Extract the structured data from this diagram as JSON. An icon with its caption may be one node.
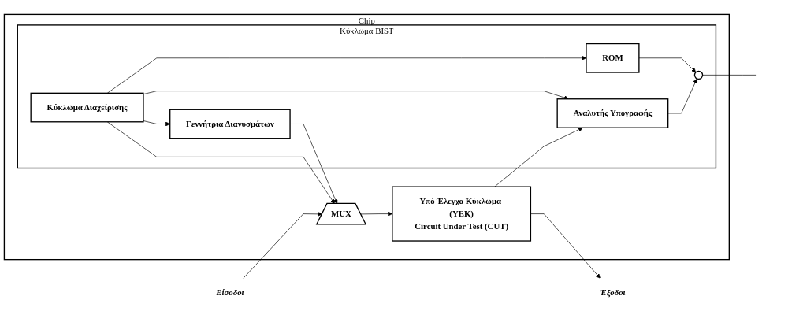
{
  "diagram": {
    "nodes": [
      {
        "text": [
          "Chip"
        ]
      },
      {
        "text": [
          "Είσοδοι"
        ]
      },
      {
        "text": [
          "MUX"
        ],
        "in": 0
      },
      {
        "text": [
          "Υπό Έλεγχο Κύκλωμα (ΥΕΚ)",
          "Circuit Under Test (CUT)"
        ],
        "in": 0
      },
      {
        "text": [
          "Έξοδοι"
        ]
      },
      {
        "text": [
          "Κύκλωμα BIST"
        ],
        "in": 0
      },
      {
        "text": [
          "Γεννήτρια Διανυσμάτων"
        ],
        "in": 5
      },
      {
        "text": [
          "Κύκλωμα Διαχείρισης"
        ],
        "in": 5
      },
      {
        "text": [
          "Αναλυτής Υπογραφής"
        ],
        "in": 5
      },
      {
        "text": [
          "ROM"
        ],
        "in": 5
      },
      {
        "text": [],
        "shape": "circle",
        "in": 5
      }
    ],
    "edges": [
      {
        "from": 1,
        "to": 2,
        "arrow": "to"
      },
      {
        "from": 2,
        "to": 3,
        "arrow": "to"
      },
      {
        "from": 3,
        "to": 4,
        "arrow": "to"
      },
      {
        "from": 3,
        "to": 8,
        "arrow": "to"
      },
      {
        "from": 6,
        "to": 2,
        "arrow": "to"
      },
      {
        "from": 7,
        "to": 2,
        "arrow": "to"
      },
      {
        "from": 7,
        "to": 6,
        "arrow": "to"
      },
      {
        "from": 7,
        "to": 8,
        "arrow": "to"
      },
      {
        "from": 7,
        "to": 9,
        "arrow": "to"
      },
      {
        "from": 9,
        "to": 10,
        "arrow": "to"
      },
      {
        "from": 8,
        "to": 10,
        "arrow": "to"
      },
      {
        "from": 10,
        "to": null,
        "arrow": "none"
      }
    ]
  }
}
